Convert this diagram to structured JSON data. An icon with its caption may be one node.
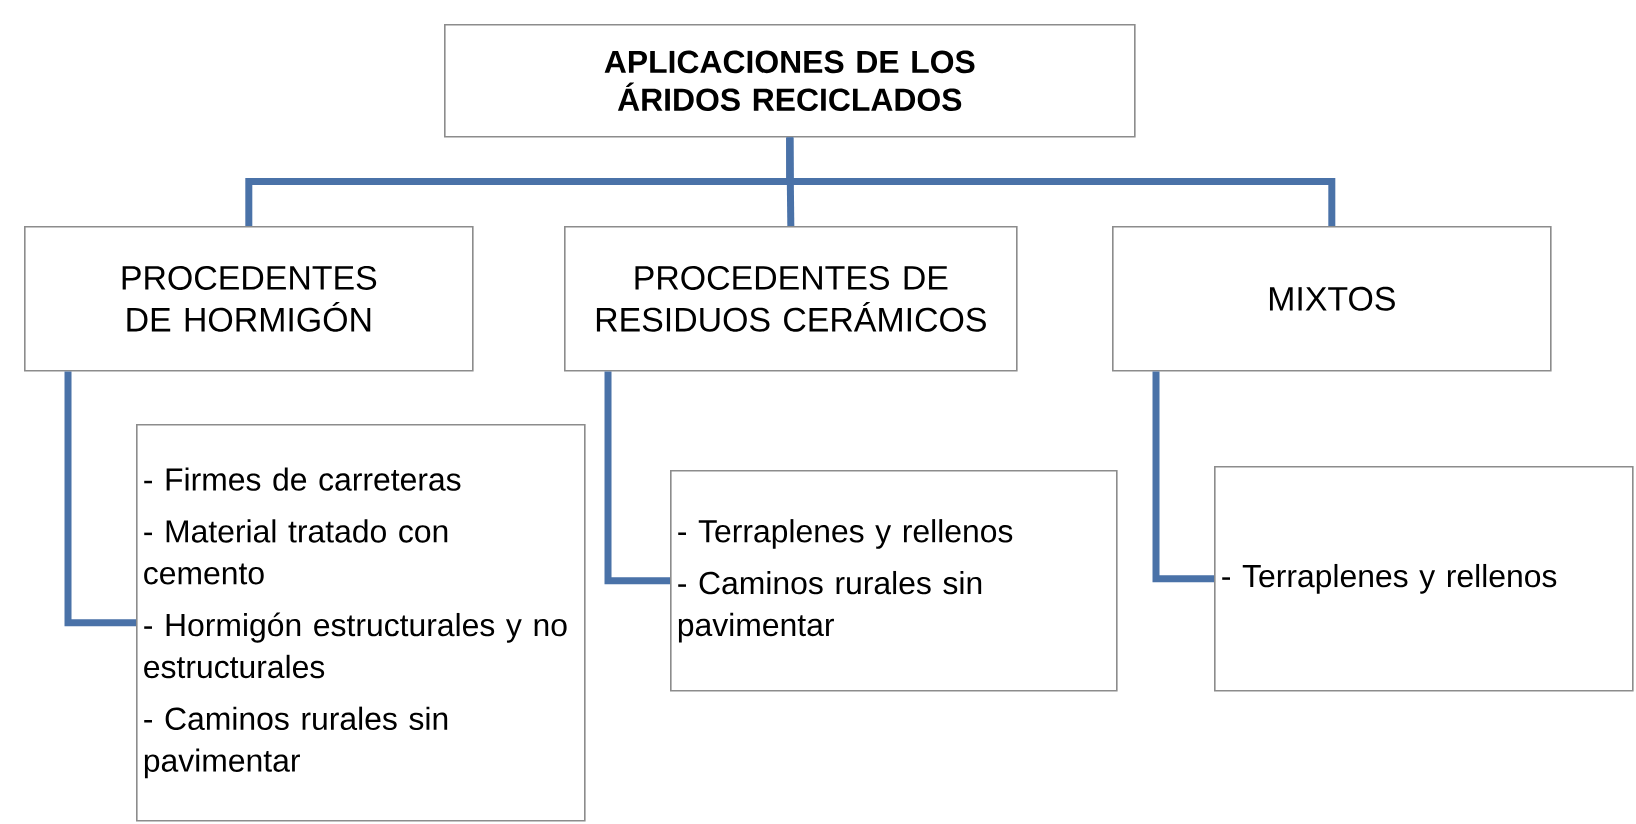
{
  "diagram": {
    "nodes": [
      {
        "text": [
          "APLICACIONES  DE LOS ÁRIDOS RECICLADOS"
        ]
      },
      {
        "text": [
          "PROCEDENTES  DE HORMIGÓN"
        ]
      },
      {
        "text": [
          "PROCEDENTES  DE RESIDUOS CERÁMICOS"
        ]
      },
      {
        "text": [
          "MIXTOS"
        ]
      },
      {
        "text": [
          "- Firmes de carreteras",
          "- Material tratado con cemento",
          "- Hormigón estructurales y no estructurales",
          "- Caminos rurales sin pavimentar"
        ]
      },
      {
        "text": [
          "- Terraplenes y rellenos",
          "- Caminos rurales sin pavimentar"
        ]
      },
      {
        "text": [
          "- Terraplenes y rellenos"
        ]
      }
    ],
    "edges": [
      {
        "from": 0,
        "to": 1,
        "arrow": "none"
      },
      {
        "from": 0,
        "to": 2,
        "arrow": "none"
      },
      {
        "from": 0,
        "to": 3,
        "arrow": "none"
      },
      {
        "from": 1,
        "to": 4,
        "arrow": "none"
      },
      {
        "from": 2,
        "to": 5,
        "arrow": "none"
      },
      {
        "from": 3,
        "to": 6,
        "arrow": "none"
      }
    ]
  }
}
